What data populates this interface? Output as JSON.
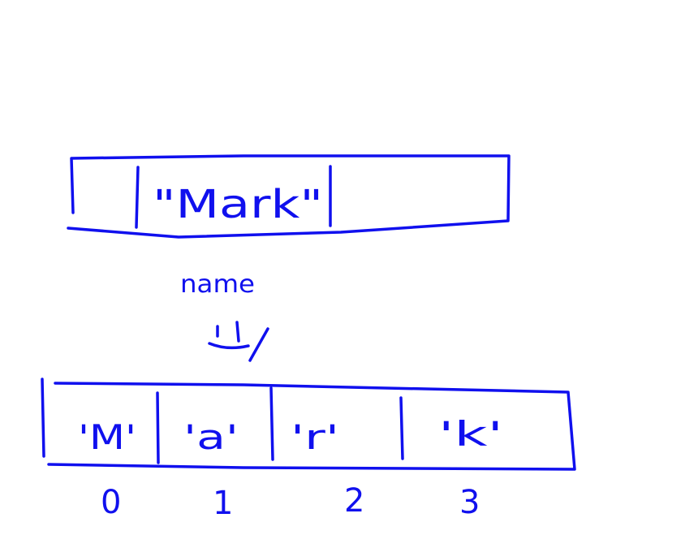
{
  "colors": {
    "ink": "#1010ee",
    "background": "#ffffff"
  },
  "variable": {
    "label": "name",
    "cell_value": "\"Mark\""
  },
  "char_array": {
    "cells": [
      "'M'",
      "'a'",
      "'r'",
      "'k'"
    ],
    "indices": [
      "0",
      "1",
      "2",
      "3"
    ]
  },
  "connector_icon": "equals-arrow-icon"
}
